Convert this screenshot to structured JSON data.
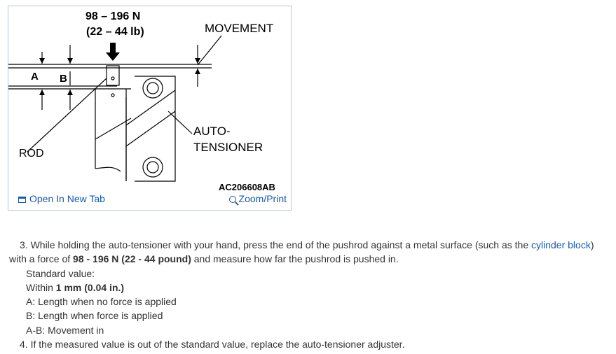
{
  "figure": {
    "force_label_line1": "98 – 196 N",
    "force_label_line2": "(22 – 44 lb)",
    "movement_label": "MOVEMENT",
    "a_label": "A",
    "b_label": "B",
    "auto_tensioner_line1": "AUTO-",
    "auto_tensioner_line2": "TENSIONER",
    "rod_label": "ROD",
    "code_label": "AC206608AB"
  },
  "links": {
    "open_new_tab": "Open In New Tab",
    "zoom_print": "Zoom/Print"
  },
  "step3": {
    "lead": "3. While holding the auto-tensioner with your hand, press the end of the pushrod against a metal surface (such as the ",
    "link": "cylinder block",
    "mid": ") with a force of ",
    "force": "98 - 196 N (22 - 44 pound)",
    "tail": " and measure how far the pushrod is pushed in."
  },
  "standard": {
    "label": "Standard value:",
    "within": "Within ",
    "value": "1 mm (0.04 in.)",
    "a_desc": "A: Length when no force is applied",
    "b_desc": "B: Length when force is applied",
    "ab_desc": "A-B: Movement in"
  },
  "step4": "4. If the measured value is out of the standard value, replace the auto-tensioner adjuster."
}
